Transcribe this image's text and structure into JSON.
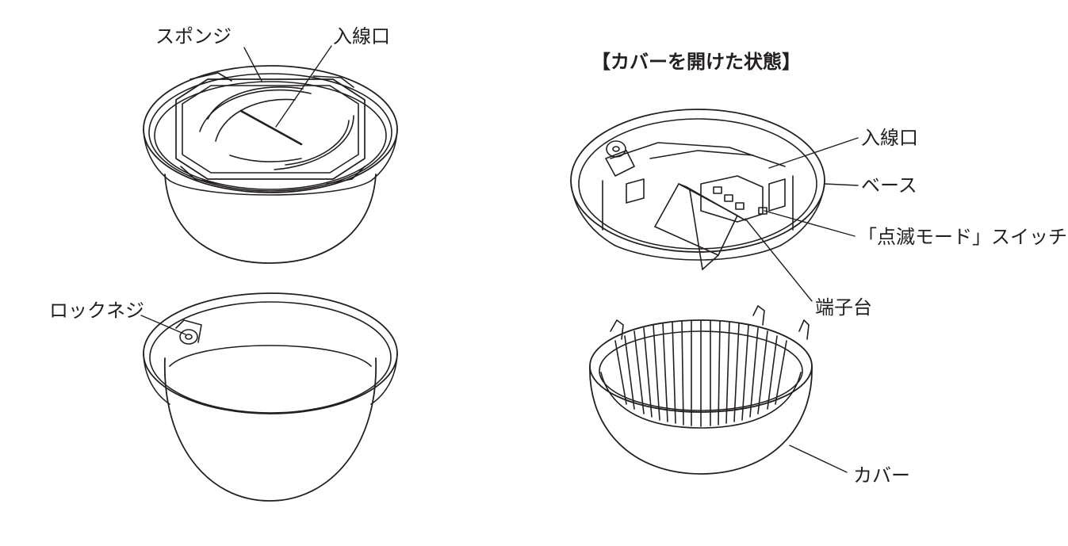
{
  "labels": {
    "sponge": "スポンジ",
    "inlet_left": "入線口",
    "lock_screw": "ロックネジ",
    "open_state_heading": "【カバーを開けた状態】",
    "inlet_right": "入線口",
    "base": "ベース",
    "blink_switch": "「点滅モード」スイッチ",
    "terminal_block": "端子台",
    "cover": "カバー"
  },
  "colors": {
    "line": "#231f20",
    "background": "#ffffff"
  }
}
